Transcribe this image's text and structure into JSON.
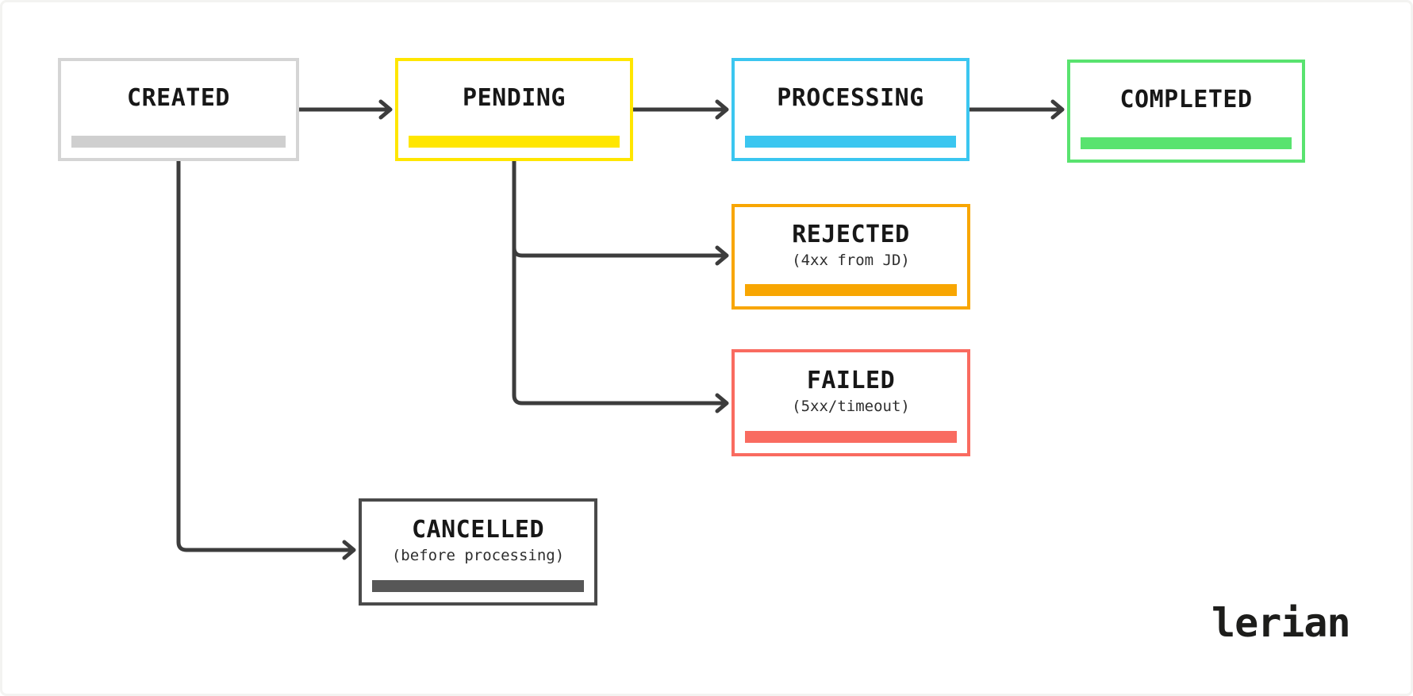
{
  "page": {
    "background": "#ffffff",
    "frame_color": "#f3f3f1"
  },
  "diagram": {
    "type": "state-flow",
    "edge_color": "#3c3c3c",
    "label_color": "#171717",
    "nodes": [
      {
        "id": "created",
        "label": "CREATED",
        "sublabel": "",
        "accent": "#d5d5d5",
        "bar": "#cfcfcf"
      },
      {
        "id": "pending",
        "label": "PENDING",
        "sublabel": "",
        "accent": "#ffe600",
        "bar": "#ffe600"
      },
      {
        "id": "processing",
        "label": "PROCESSING",
        "sublabel": "",
        "accent": "#3bc6f0",
        "bar": "#3bc6f0"
      },
      {
        "id": "completed",
        "label": "COMPLETED",
        "sublabel": "",
        "accent": "#59e36f",
        "bar": "#59e36f"
      },
      {
        "id": "rejected",
        "label": "REJECTED",
        "sublabel": "(4xx from JD)",
        "accent": "#f8a602",
        "bar": "#f8a602"
      },
      {
        "id": "failed",
        "label": "FAILED",
        "sublabel": "(5xx/timeout)",
        "accent": "#f96b60",
        "bar": "#f96b60"
      },
      {
        "id": "cancelled",
        "label": "CANCELLED",
        "sublabel": "(before processing)",
        "accent": "#4a4a4a",
        "bar": "#575757"
      }
    ],
    "edges": [
      {
        "from": "created",
        "to": "pending"
      },
      {
        "from": "pending",
        "to": "processing"
      },
      {
        "from": "processing",
        "to": "completed"
      },
      {
        "from": "pending",
        "to": "rejected"
      },
      {
        "from": "pending",
        "to": "failed"
      },
      {
        "from": "created",
        "to": "cancelled"
      }
    ]
  },
  "logo": {
    "text": "lerian",
    "color": "#1d1d1b"
  }
}
